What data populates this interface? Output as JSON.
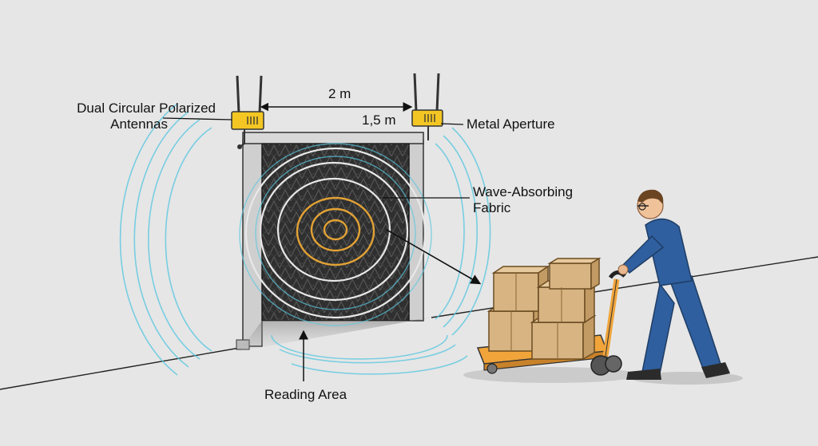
{
  "labels": {
    "antennas_line1": "Dual Circular Polarized",
    "antennas_line2": "Antennas",
    "width_outer": "2 m",
    "width_inner": "1,5 m",
    "metal_aperture": "Metal Aperture",
    "fabric_line1": "Wave-Absorbing",
    "fabric_line2": "Fabric",
    "reading_area": "Reading Area"
  },
  "colors": {
    "background": "#e6e6e6",
    "antenna_yellow": "#f3c623",
    "wave_cyan": "#5cc8e0",
    "wave_orange": "#e3a235",
    "fabric_dark": "#2d2d2d",
    "pallet_orange": "#f0a43a",
    "box_cardboard": "#d8b483",
    "worker_blue": "#2f5f9e"
  }
}
